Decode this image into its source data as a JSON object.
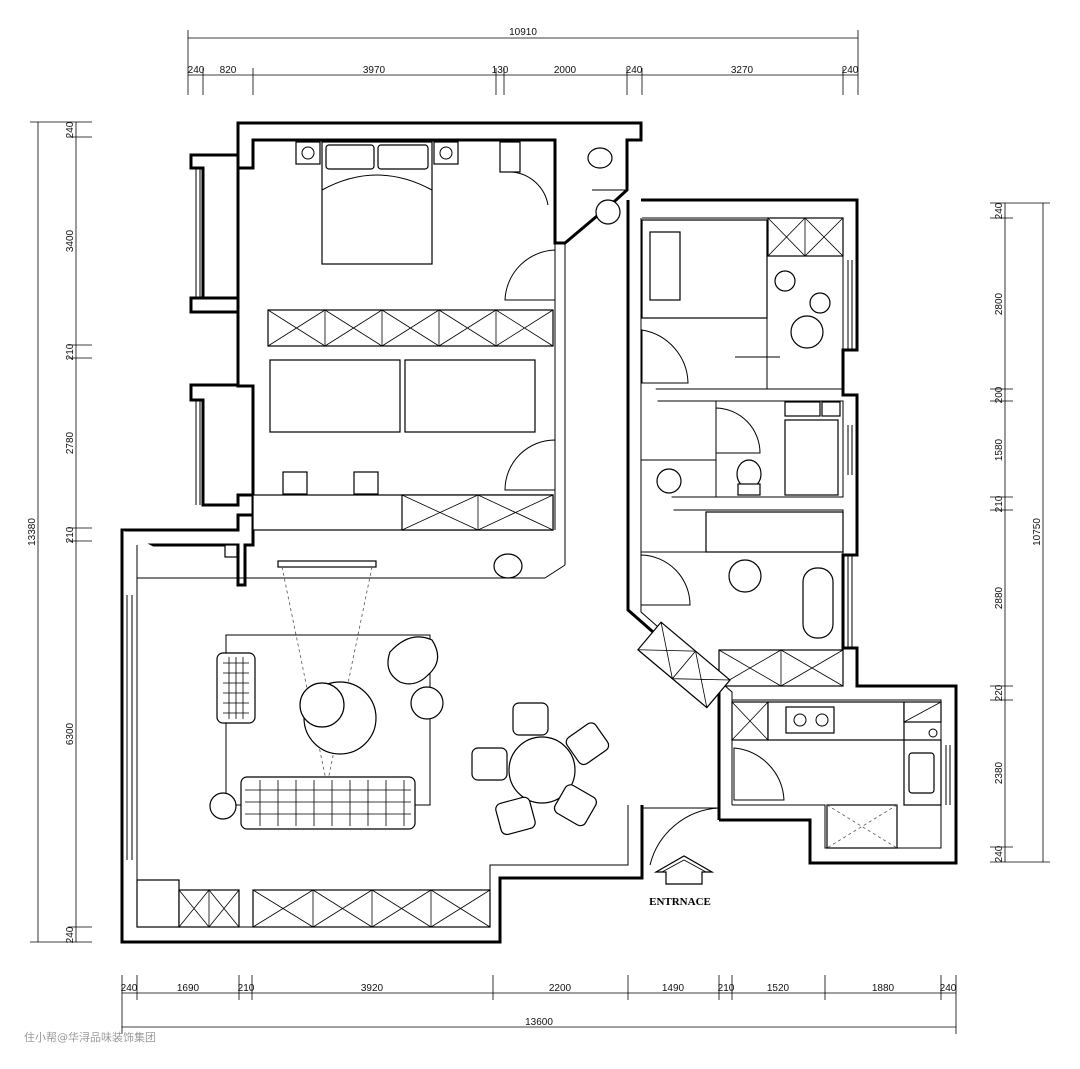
{
  "top_dimensions": {
    "total": "10910",
    "segments": [
      "240",
      "820",
      "3970",
      "130",
      "2000",
      "240",
      "3270",
      "240"
    ]
  },
  "bottom_dimensions": {
    "total": "13600",
    "segments": [
      "240",
      "1690",
      "210",
      "3920",
      "2200",
      "1490",
      "210",
      "1520",
      "1880",
      "240"
    ]
  },
  "left_dimensions": {
    "total": "13380",
    "segments": [
      "240",
      "3400",
      "210",
      "2780",
      "210",
      "6300",
      "240"
    ]
  },
  "right_dimensions": {
    "total": "10750",
    "segments": [
      "240",
      "2800",
      "200",
      "1580",
      "210",
      "2880",
      "220",
      "2380",
      "240"
    ]
  },
  "entrance_label": "ENTRNACE",
  "watermark": "住小帮@华浔品味装饰集团"
}
